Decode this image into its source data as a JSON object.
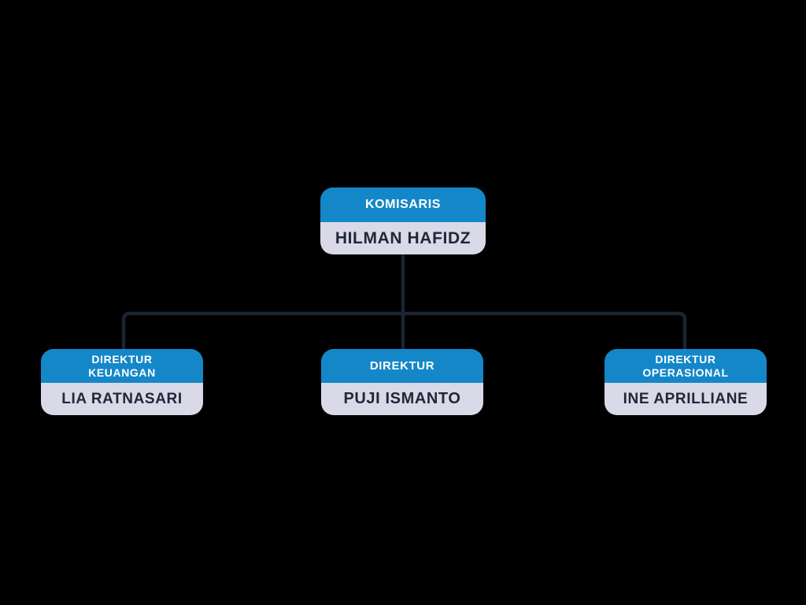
{
  "org_chart": {
    "root": {
      "title": "KOMISARIS",
      "name": "HILMAN HAFIDZ"
    },
    "children": [
      {
        "title": "DIREKTUR\nKEUANGAN",
        "name": "LIA RATNASARI"
      },
      {
        "title": "DIREKTUR",
        "name": "PUJI ISMANTO"
      },
      {
        "title": "DIREKTUR\nOPERASIONAL",
        "name": "INE APRILLIANE"
      }
    ]
  },
  "colors": {
    "background": "#000000",
    "header_blue": "#1487C9",
    "body_lavender": "#DAD9E7",
    "title_text": "#FFFFFF",
    "name_text": "#20273A",
    "connector_line": "#1B2433"
  }
}
